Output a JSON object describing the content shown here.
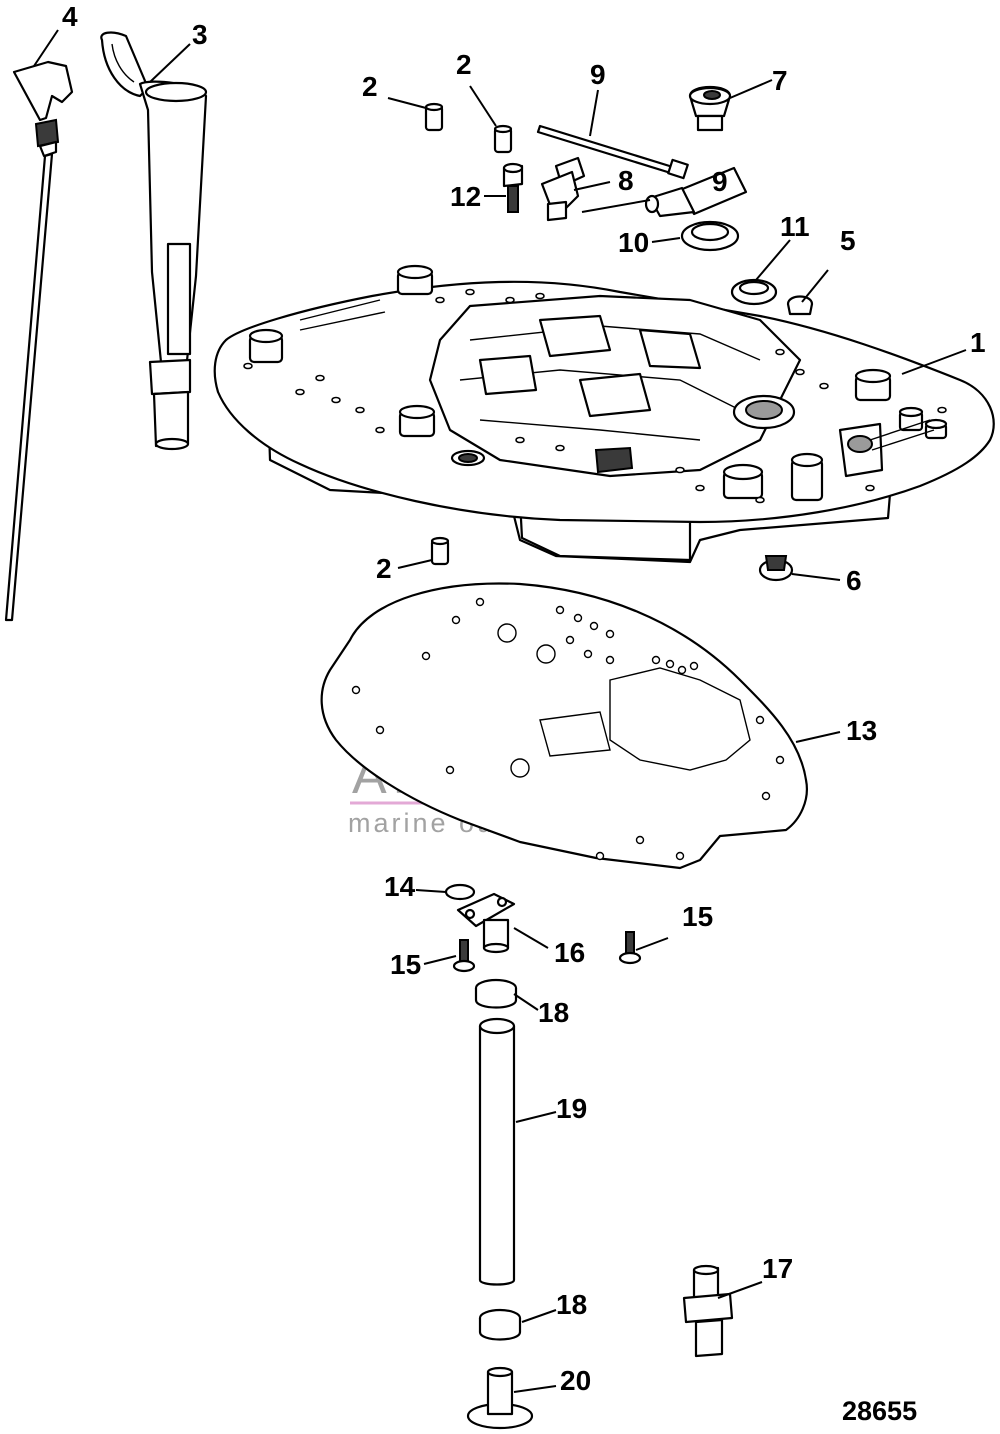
{
  "figure_number": "28655",
  "watermark": {
    "brand": "ARMADA",
    "tagline": "marine outboards",
    "color_primary": "#e3a9d6",
    "color_text": "#a2a2a2"
  },
  "callouts": [
    {
      "id": "c4",
      "label": "4"
    },
    {
      "id": "c3",
      "label": "3"
    },
    {
      "id": "c2a",
      "label": "2"
    },
    {
      "id": "c2b",
      "label": "2"
    },
    {
      "id": "c9",
      "label": "9"
    },
    {
      "id": "c7",
      "label": "7"
    },
    {
      "id": "c12",
      "label": "12"
    },
    {
      "id": "c8",
      "label": "8"
    },
    {
      "id": "c10",
      "label": "10"
    },
    {
      "id": "c11",
      "label": "11"
    },
    {
      "id": "c5",
      "label": "5"
    },
    {
      "id": "c1",
      "label": "1"
    },
    {
      "id": "c2c",
      "label": "2"
    },
    {
      "id": "c6",
      "label": "6"
    },
    {
      "id": "c13",
      "label": "13"
    },
    {
      "id": "c14",
      "label": "14"
    },
    {
      "id": "c15a",
      "label": "15"
    },
    {
      "id": "c16",
      "label": "16"
    },
    {
      "id": "c15b",
      "label": "15"
    },
    {
      "id": "c18a",
      "label": "18"
    },
    {
      "id": "c19",
      "label": "19"
    },
    {
      "id": "c17",
      "label": "17"
    },
    {
      "id": "c18b",
      "label": "18"
    },
    {
      "id": "c20",
      "label": "20"
    }
  ],
  "tube_label": "9"
}
